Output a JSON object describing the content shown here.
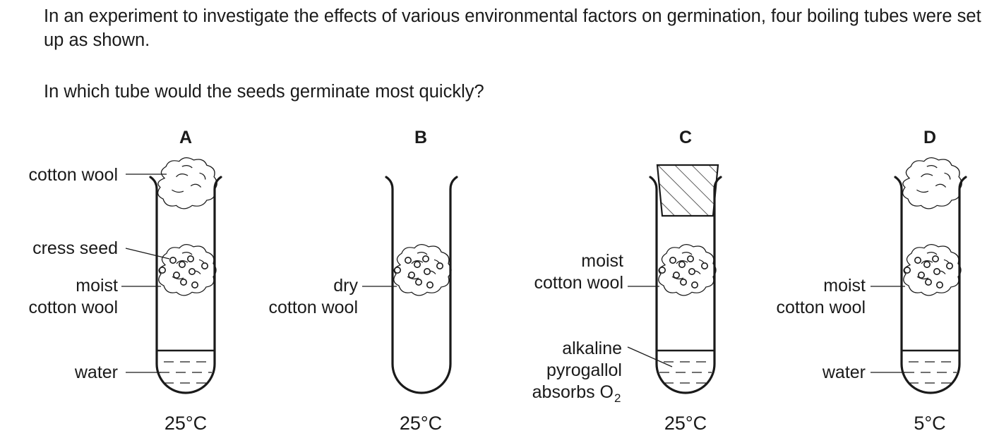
{
  "question": {
    "intro": "In an experiment to investigate the effects of various environmental factors on germination, four boiling tubes were set up as shown.",
    "prompt": "In which tube would the seeds germinate most quickly?"
  },
  "tubes": [
    {
      "letter": "A",
      "temperature": "25°C"
    },
    {
      "letter": "B",
      "temperature": "25°C"
    },
    {
      "letter": "C",
      "temperature": "25°C"
    },
    {
      "letter": "D",
      "temperature": "5°C"
    }
  ],
  "labels": {
    "a_top": "cotton wool",
    "a_seed": "cress seed",
    "a_moist_1": "moist",
    "a_moist_2": "cotton wool",
    "a_water": "water",
    "b_dry_1": "dry",
    "b_dry_2": "cotton wool",
    "c_moist_1": "moist",
    "c_moist_2": "cotton wool",
    "c_liquid_1": "alkaline",
    "c_liquid_2": "pyrogallol",
    "c_liquid_3": "absorbs O",
    "c_liquid_3_sub": "2",
    "d_moist_1": "moist",
    "d_moist_2": "cotton wool",
    "d_water": "water"
  }
}
